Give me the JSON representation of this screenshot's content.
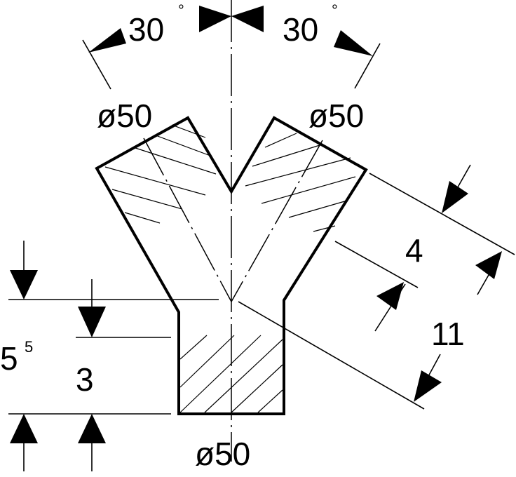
{
  "drawing": {
    "angle_left": "30",
    "angle_right": "30",
    "degree_symbol": "°",
    "dia_top_left": "ø50",
    "dia_top_right": "ø50",
    "dia_bottom": "ø50",
    "dim_4": "4",
    "dim_11": "11",
    "dim_5_base": "5",
    "dim_5_sup": "5",
    "dim_3": "3"
  }
}
